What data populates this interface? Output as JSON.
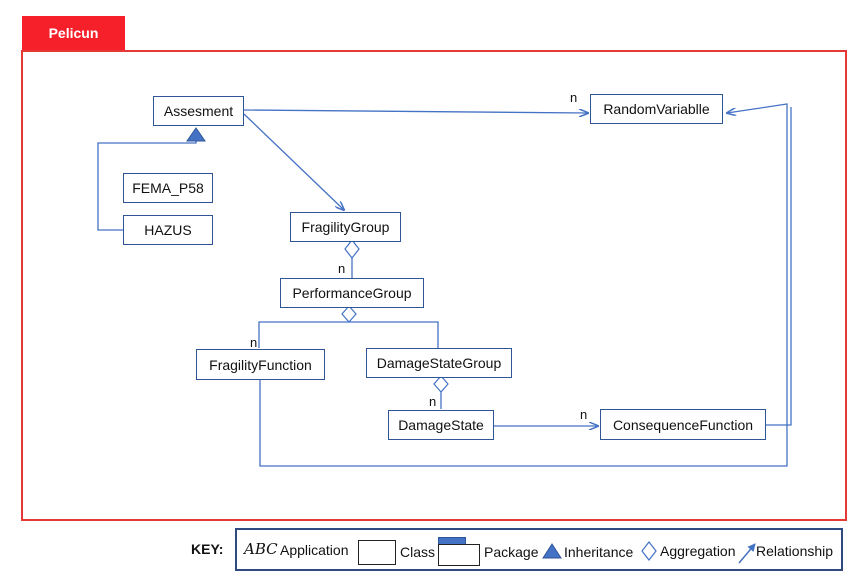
{
  "package": {
    "label": "Pelicun"
  },
  "classes": {
    "assesment": "Assesment",
    "random_variable": "RandomVariablle",
    "fema": "FEMA_P58",
    "hazus": "HAZUS",
    "fragility_group": "FragilityGroup",
    "performance_group": "PerformanceGroup",
    "fragility_function": "FragilityFunction",
    "damage_state_group": "DamageStateGroup",
    "damage_state": "DamageState",
    "consequence_function": "ConsequenceFunction"
  },
  "multiplicities": {
    "random_variable": "n",
    "performance_group": "n",
    "fragility_function": "n",
    "damage_state": "n",
    "consequence_function": "n"
  },
  "key": {
    "title": "KEY:",
    "abc_glyph": "ABC",
    "application": "Application",
    "class": "Class",
    "package": "Package",
    "inheritance": "Inheritance",
    "aggregation": "Aggregation",
    "relationship": "Relationship"
  },
  "colors": {
    "package_red": "#f5202a",
    "line_blue": "#4472c4",
    "box_border": "#2f5597"
  }
}
